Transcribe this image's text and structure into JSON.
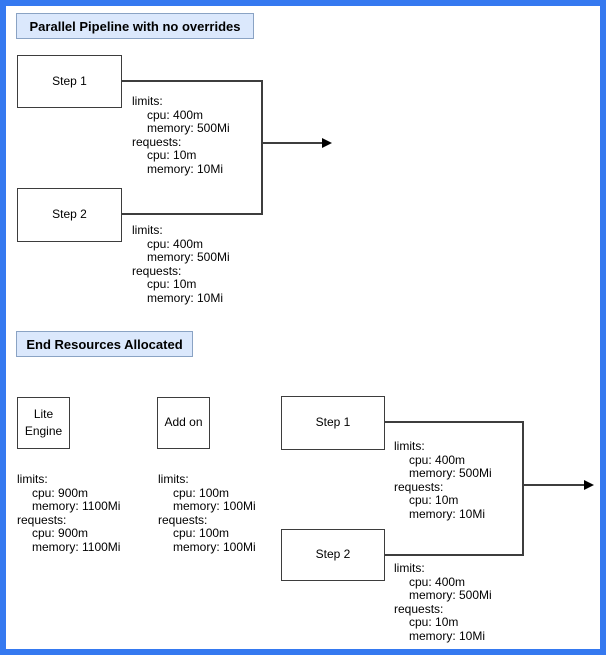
{
  "colors": {
    "frame_blue": "#3579f0",
    "title_fill": "#dbe8fc",
    "title_border": "#8aa3c4",
    "stroke": "#3d3d3d"
  },
  "section1": {
    "title": "Parallel Pipeline with no overrides",
    "nodes": [
      {
        "label": "Step 1",
        "resources": [
          "limits:",
          "cpu: 400m",
          "memory: 500Mi",
          "requests:",
          "cpu: 10m",
          "memory: 10Mi"
        ]
      },
      {
        "label": "Step 2",
        "resources": [
          "limits:",
          "cpu: 400m",
          "memory: 500Mi",
          "requests:",
          "cpu: 10m",
          "memory: 10Mi"
        ]
      }
    ]
  },
  "section2": {
    "title": "End Resources Allocated",
    "nodes": [
      {
        "label": "Lite\nEngine",
        "resources": [
          "limits:",
          "cpu: 900m",
          "memory: 1100Mi",
          "requests:",
          "cpu: 900m",
          "memory: 1100Mi"
        ]
      },
      {
        "label": "Add on",
        "resources": [
          "limits:",
          "cpu: 100m",
          "memory: 100Mi",
          "requests:",
          "cpu: 100m",
          "memory: 100Mi"
        ]
      },
      {
        "label": "Step 1",
        "resources": [
          "limits:",
          "cpu: 400m",
          "memory: 500Mi",
          "requests:",
          "cpu: 10m",
          "memory: 10Mi"
        ]
      },
      {
        "label": "Step 2",
        "resources": [
          "limits:",
          "cpu: 400m",
          "memory: 500Mi",
          "requests:",
          "cpu: 10m",
          "memory: 10Mi"
        ]
      }
    ]
  }
}
